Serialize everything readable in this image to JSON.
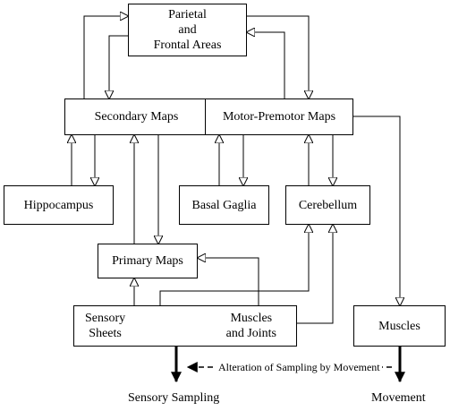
{
  "nodes": {
    "parietal": {
      "lines": [
        "Parietal",
        "and",
        "Frontal Areas"
      ]
    },
    "secondary": {
      "label": "Secondary Maps"
    },
    "motor": {
      "label": "Motor-Premotor Maps"
    },
    "hippocampus": {
      "label": "Hippocampus"
    },
    "basal": {
      "label": "Basal Gaglia"
    },
    "cerebellum": {
      "label": "Cerebellum"
    },
    "primary": {
      "label": "Primary Maps"
    },
    "sensory_sheets": {
      "lines": [
        "Sensory",
        "Sheets"
      ]
    },
    "muscles_joints": {
      "lines": [
        "Muscles",
        "and Joints"
      ]
    },
    "muscles": {
      "label": "Muscles"
    }
  },
  "outputs": {
    "sensory_sampling": "Sensory Sampling",
    "movement": "Movement",
    "alteration": "Alteration of Sampling by Movement"
  },
  "style": {
    "line_color": "#000000",
    "background": "#ffffff"
  }
}
